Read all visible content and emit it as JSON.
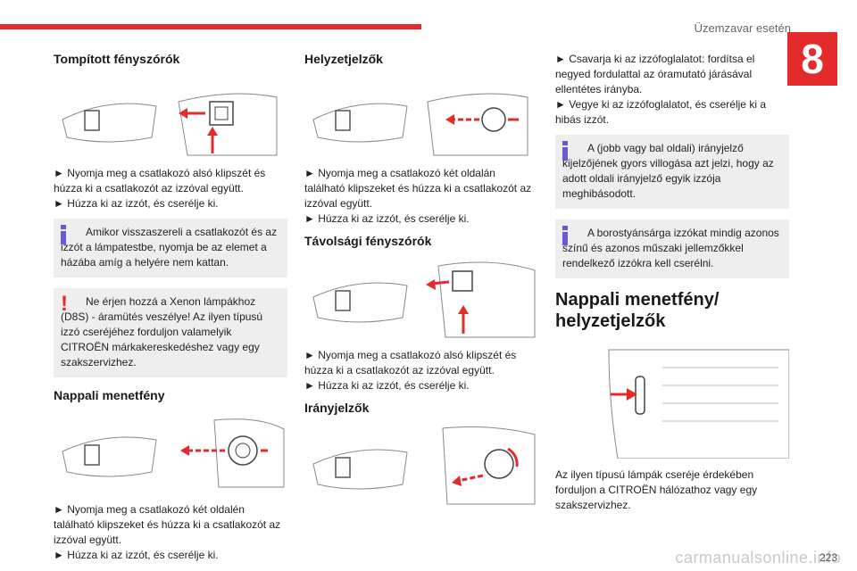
{
  "header": {
    "title": "Üzemzavar esetén",
    "chapter": "8"
  },
  "colors": {
    "accent": "#e32b2b",
    "info": "#6a5acd",
    "note_bg": "#eeeeee"
  },
  "col1": {
    "s1_title": "Tompított fényszórók",
    "s1_text1": "► Nyomja meg a csatlakozó alsó klipszét és húzza ki a csatlakozót az izzóval együtt.",
    "s1_text2": "► Húzza ki az izzót, és cserélje ki.",
    "note1": "Amikor visszaszereli a csatlakozót és az izzót a lámpatestbe, nyomja be az elemet a házába amíg a helyére nem kattan.",
    "warn1": "Ne érjen hozzá a Xenon lámpákhoz (D8S) - áramütés veszélye! Az ilyen típusú izzó cseréjéhez forduljon valamelyik CITROËN márkakereskedéshez vagy egy szakszervizhez.",
    "s2_title": "Nappali menetfény",
    "s2_text1": "► Nyomja meg a csatlakozó két oldalén található klipszeket és húzza ki a csatlakozót az izzóval együtt.",
    "s2_text2": "► Húzza ki az izzót, és cserélje ki."
  },
  "col2": {
    "s1_title": "Helyzetjelzők",
    "s1_text1": "► Nyomja meg a csatlakozó két oldalán található klipszeket és húzza ki a csatlakozót az izzóval együtt.",
    "s1_text2": "► Húzza ki az izzót, és cserélje ki.",
    "s2_title": "Távolsági fényszórók",
    "s2_text1": "► Nyomja meg a csatlakozó alsó klipszét és húzza ki a csatlakozót az izzóval együtt.",
    "s2_text2": "► Húzza ki az izzót, és cserélje ki.",
    "s3_title": "Irányjelzők"
  },
  "col3": {
    "text1": "► Csavarja ki az izzófoglalatot: fordítsa el negyed fordulattal az óramutató járásával ellentétes irányba.",
    "text2": "► Vegye ki az izzófoglalatot, és cserélje ki a hibás izzót.",
    "note1": "A (jobb vagy bal oldali) irányjelző kijelzőjének gyors villogása azt jelzi, hogy az adott oldali irányjelző egyik izzója meghibásodott.",
    "note2": "A borostyánsárga izzókat mindig azonos színű és azonos műszaki jellemzőkkel rendelkező izzókra kell cserélni.",
    "heading": "Nappali menetfény/ helyzetjelzők",
    "text3": "Az ilyen típusú lámpák cseréje érdekében forduljon a CITROËN hálózathoz vagy egy szakszervizhez."
  },
  "footer": {
    "page": "223",
    "watermark": "carmanualsonline.info"
  }
}
